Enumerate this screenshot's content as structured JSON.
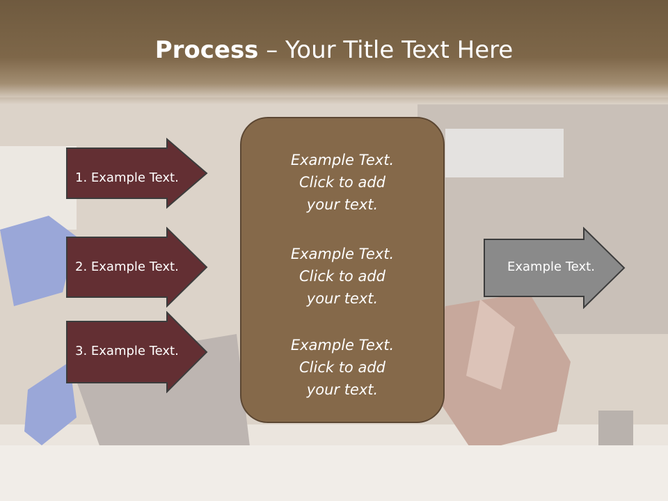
{
  "title": {
    "bold": "Process",
    "rest": " – Your Title Text Here"
  },
  "left_arrows": [
    {
      "label": "1. Example Text."
    },
    {
      "label": "2. Example Text."
    },
    {
      "label": "3. Example Text."
    }
  ],
  "center_blocks": [
    {
      "line1": "Example Text.",
      "line2": "Click  to add",
      "line3": "your text."
    },
    {
      "line1": "Example Text.",
      "line2": "Click  to add",
      "line3": "your text."
    },
    {
      "line1": "Example Text.",
      "line2": "Click  to add",
      "line3": "your text."
    }
  ],
  "right_arrow": {
    "label": "Example Text."
  },
  "colors": {
    "title_bar": "#7e6749",
    "left_arrow_fill": "#632f33",
    "center_box_fill": "#85694a",
    "right_arrow_fill": "#8a8a8a"
  }
}
